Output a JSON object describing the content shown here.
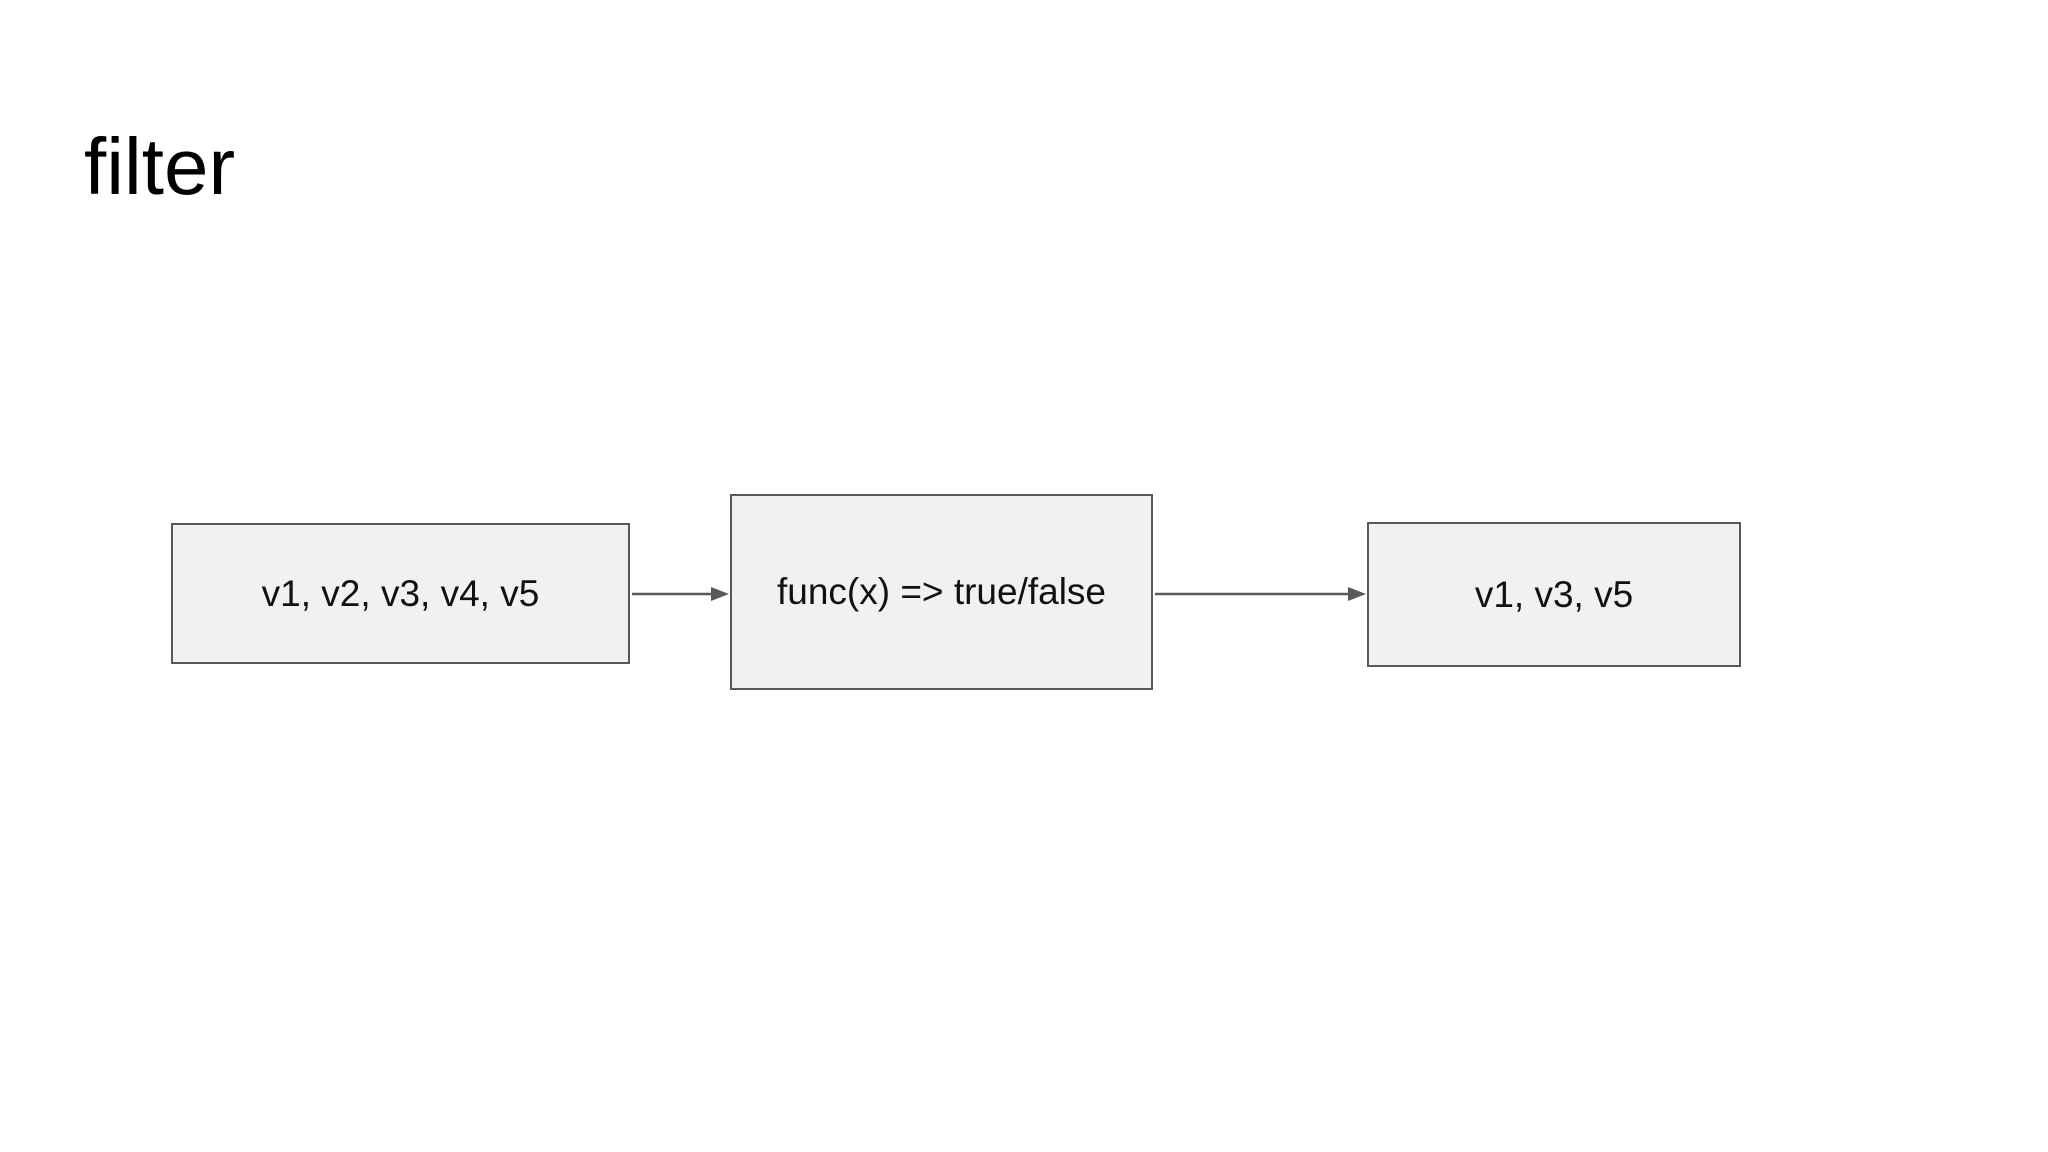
{
  "slide": {
    "title": "filter"
  },
  "diagram": {
    "nodes": [
      {
        "id": "input-list",
        "label": "v1, v2, v3, v4, v5"
      },
      {
        "id": "predicate-function",
        "label": "func(x) => true/false"
      },
      {
        "id": "output-list",
        "label": "v1, v3, v5"
      }
    ],
    "arrows": [
      {
        "from": "input-list",
        "to": "predicate-function"
      },
      {
        "from": "predicate-function",
        "to": "output-list"
      }
    ]
  },
  "colors": {
    "background": "#ffffff",
    "node_fill": "#f1f1f1",
    "node_border": "#595959",
    "connector": "#595959",
    "title_text": "#000000",
    "node_text": "#111111"
  }
}
